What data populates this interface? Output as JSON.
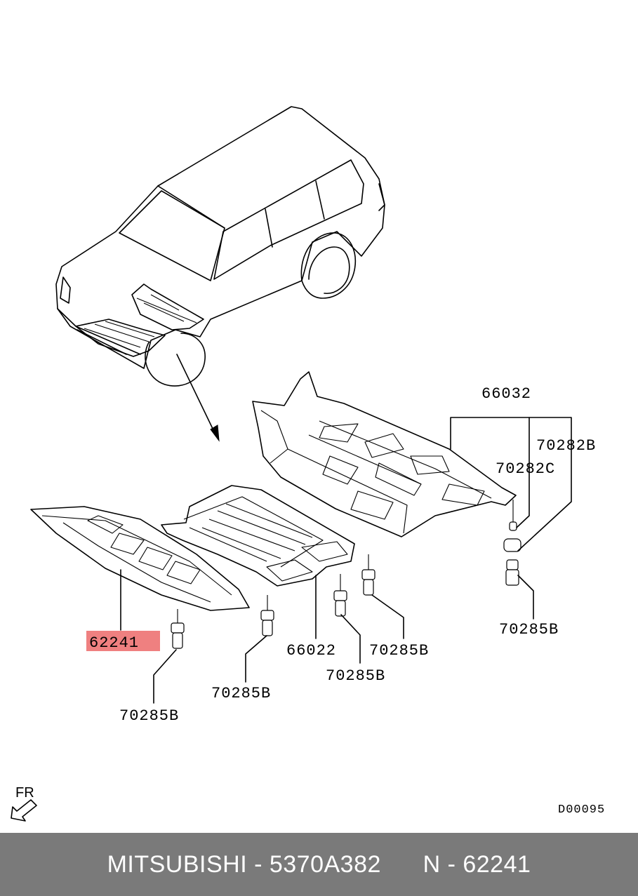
{
  "diagram": {
    "fr_label": "FR",
    "ref_code": "D00095",
    "highlight_color": "#ef8080",
    "callouts": {
      "p66032": "66032",
      "p70282b": "70282B",
      "p70282c": "70282C",
      "p70285b_r": "70285B",
      "p62241": "62241",
      "p66022": "66022",
      "p70285b_m1": "70285B",
      "p70285b_m2": "70285B",
      "p70285b_c": "70285B",
      "p70285b_l": "70285B"
    }
  },
  "footer": {
    "text": "MITSUBISHI - 5370A382      N - 62241",
    "background": "#7a7a7a"
  }
}
